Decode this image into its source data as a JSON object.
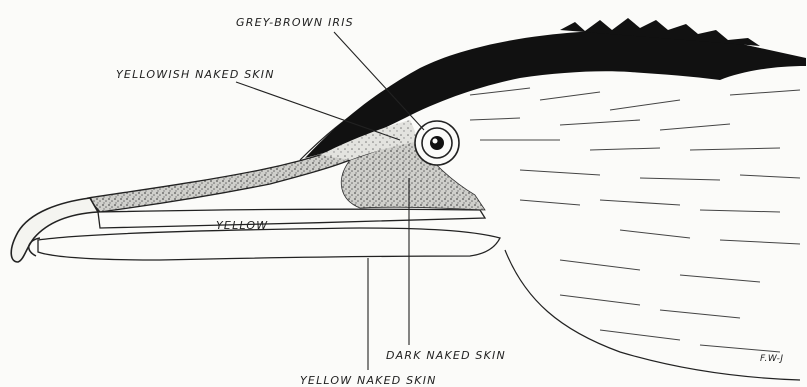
{
  "labels": {
    "iris": "GREY-BROWN IRIS",
    "yellowish_skin": "YELLOWISH NAKED SKIN",
    "bill": "YELLOW",
    "dark_skin": "DARK NAKED SKIN",
    "yellow_skin": "YELLOW NAKED SKIN"
  },
  "signature": "F.W-J",
  "colors": {
    "ink": "#1a1a1a",
    "paper": "#fbfbf9"
  }
}
